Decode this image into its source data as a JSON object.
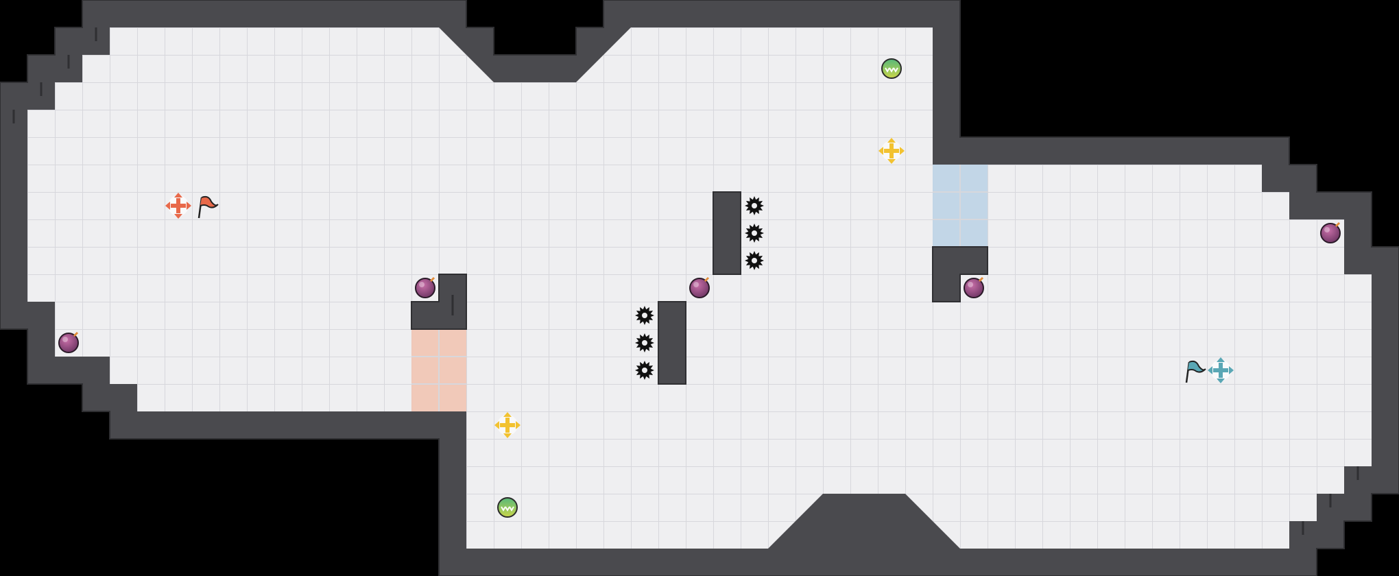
{
  "colors": {
    "background": "#000000",
    "wall": "#4a4a4e",
    "wall_edge": "#3a3a3d",
    "wall_detail": "#2f2f32",
    "floor": "#efeff1",
    "grid": "#d7d7dc",
    "red_zone": "#f1c4b2",
    "blue_zone": "#bcd3e6",
    "red_team": "#e8694a",
    "blue_team": "#5aa7b5",
    "powerup_yellow": "#f2c230",
    "powerup_green": "#6fba5a",
    "bomb": "#9c4f86",
    "spike": "#111111"
  },
  "pickups": [
    {
      "name": "bomb",
      "icon": "bomb-icon",
      "cell": [
        2,
        12
      ]
    },
    {
      "name": "bomb",
      "icon": "bomb-icon",
      "cell": [
        15,
        10
      ]
    },
    {
      "name": "bomb",
      "icon": "bomb-icon",
      "cell": [
        25,
        10
      ]
    },
    {
      "name": "bomb",
      "icon": "bomb-icon",
      "cell": [
        35,
        10
      ]
    },
    {
      "name": "bomb",
      "icon": "bomb-icon",
      "cell": [
        48,
        8
      ]
    },
    {
      "name": "speed-boost",
      "icon": "speed-boost-icon",
      "cell": [
        32,
        2
      ]
    },
    {
      "name": "speed-boost",
      "icon": "speed-boost-icon",
      "cell": [
        18,
        18
      ]
    },
    {
      "name": "team-powerup",
      "icon": "yellow-plus-icon",
      "cell": [
        32,
        5
      ]
    },
    {
      "name": "team-powerup",
      "icon": "yellow-plus-icon",
      "cell": [
        18,
        15
      ]
    }
  ],
  "spawns": [
    {
      "team": "red",
      "icon": "red-spawn-marker-icon",
      "cell": [
        6,
        7
      ]
    },
    {
      "team": "blue",
      "icon": "blue-spawn-marker-icon",
      "cell": [
        44,
        13
      ]
    }
  ],
  "flags": [
    {
      "team": "red",
      "icon": "red-flag-icon",
      "cell": [
        7,
        7
      ]
    },
    {
      "team": "blue",
      "icon": "blue-flag-icon",
      "cell": [
        43,
        13
      ]
    }
  ],
  "spikes": [
    {
      "icon": "spike-icon",
      "cell": [
        27,
        7
      ]
    },
    {
      "icon": "spike-icon",
      "cell": [
        27,
        8
      ]
    },
    {
      "icon": "spike-icon",
      "cell": [
        27,
        9
      ]
    },
    {
      "icon": "spike-icon",
      "cell": [
        23,
        11
      ]
    },
    {
      "icon": "spike-icon",
      "cell": [
        23,
        12
      ]
    },
    {
      "icon": "spike-icon",
      "cell": [
        23,
        13
      ]
    }
  ]
}
